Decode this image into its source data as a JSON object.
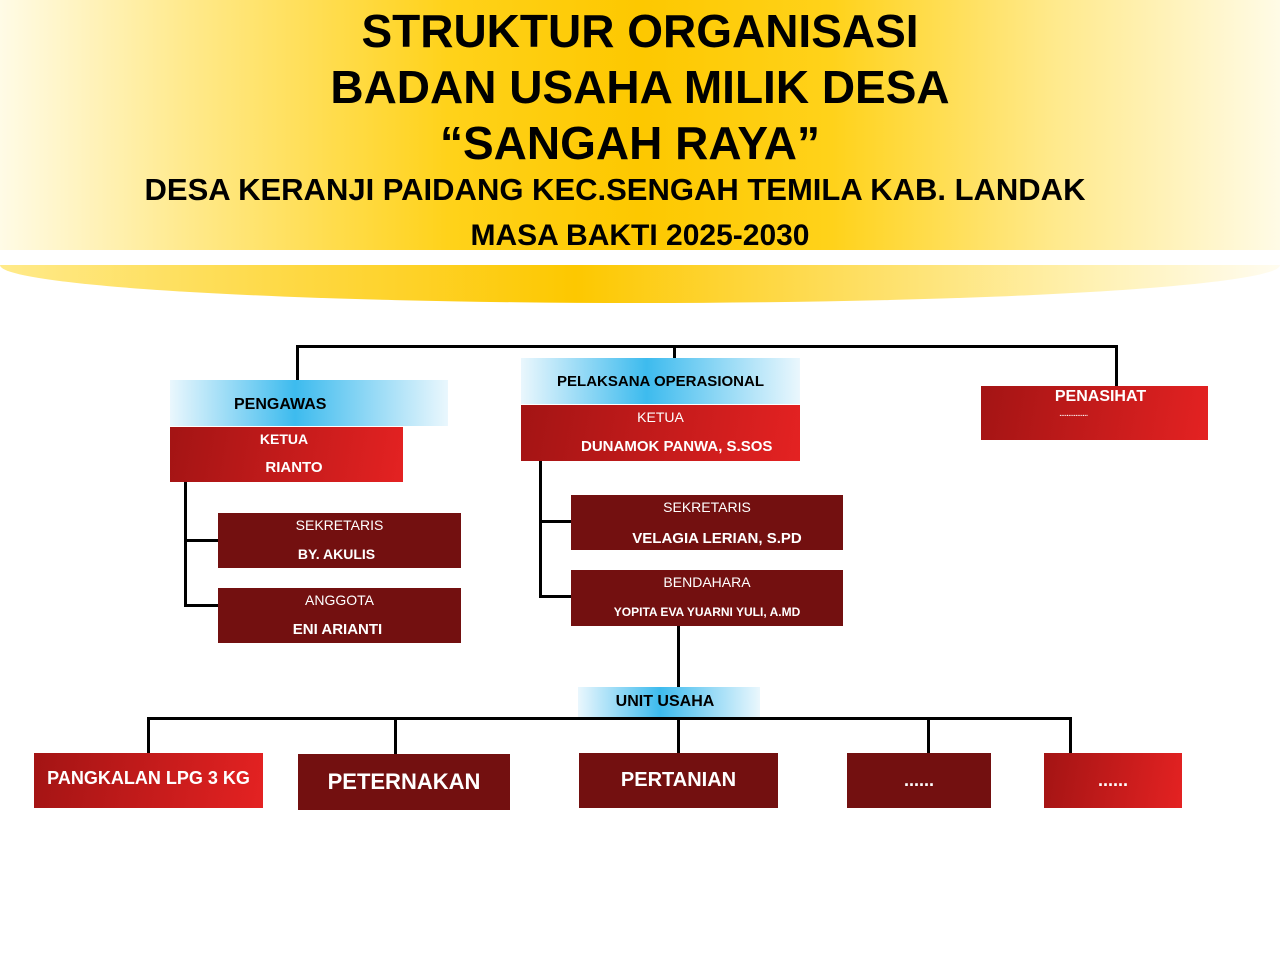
{
  "header": {
    "line1": "STRUKTUR ORGANISASI",
    "line2": "BADAN USAHA MILIK DESA",
    "line3": "“SANGAH RAYA”",
    "line4": "DESA KERANJI PAIDANG KEC.SENGAH TEMILA KAB. LANDAK",
    "line5": "MASA BAKTI 2025-2030"
  },
  "pengawas": {
    "title": "PENGAWAS",
    "ketua": {
      "role": "KETUA",
      "name": "RIANTO"
    },
    "sekretaris": {
      "role": "SEKRETARIS",
      "name": "BY. AKULIS"
    },
    "anggota": {
      "role": "ANGGOTA",
      "name": "ENI ARIANTI"
    }
  },
  "pelaksana": {
    "title": "PELAKSANA OPERASIONAL",
    "ketua": {
      "role": "KETUA",
      "name": "DUNAMOK PANWA, S.SOS"
    },
    "sekretaris": {
      "role": "SEKRETARIS",
      "name": "VELAGIA LERIAN, S.PD"
    },
    "bendahara": {
      "role": "BENDAHARA",
      "name": "YOPITA EVA YUARNI YULI, A.MD"
    }
  },
  "penasihat": {
    "title": "PENASIHAT",
    "name": "................"
  },
  "unit_usaha": {
    "title": "UNIT USAHA",
    "units": [
      "PANGKALAN LPG 3 KG",
      "PETERNAKAN",
      "PERTANIAN",
      "......",
      "......"
    ]
  }
}
